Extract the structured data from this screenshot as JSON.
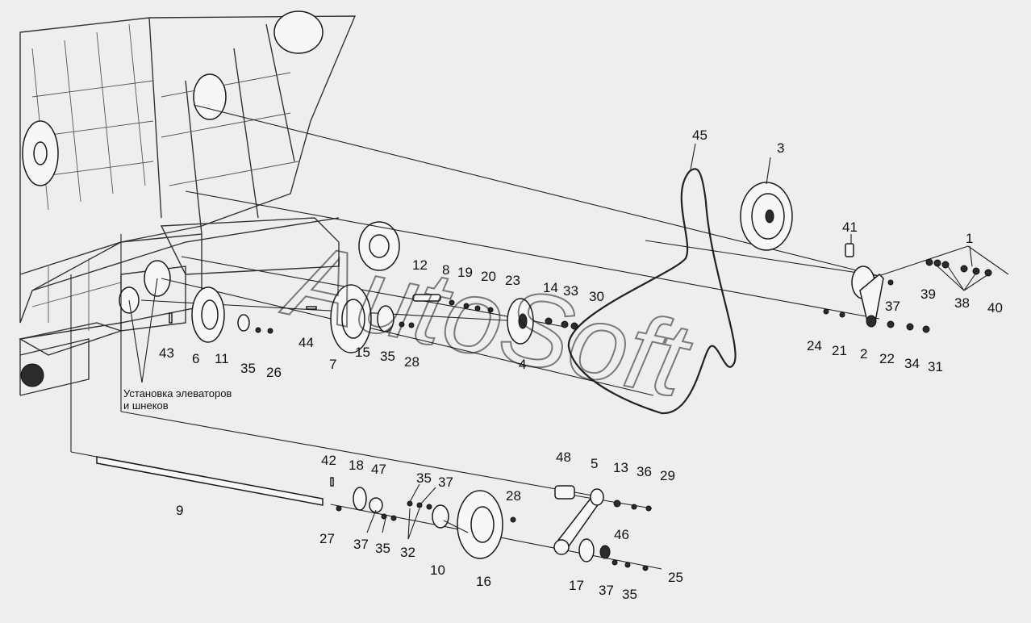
{
  "watermark": "AutoSoft",
  "note": {
    "line1": "Установка элеваторов",
    "line2": "и шнеков"
  },
  "callouts": {
    "c1": "1",
    "c2": "2",
    "c3": "3",
    "c4": "4",
    "c5": "5",
    "c6": "6",
    "c7": "7",
    "c8": "8",
    "c9": "9",
    "c10": "10",
    "c11": "11",
    "c12": "12",
    "c13": "13",
    "c14": "14",
    "c15": "15",
    "c16": "16",
    "c17": "17",
    "c18": "18",
    "c19": "19",
    "c20": "20",
    "c21": "21",
    "c22": "22",
    "c23": "23",
    "c24": "24",
    "c25": "25",
    "c26": "26",
    "c27": "27",
    "c28a": "28",
    "c28b": "28",
    "c29": "29",
    "c30": "30",
    "c31": "31",
    "c32": "32",
    "c33": "33",
    "c34": "34",
    "c35a": "35",
    "c35b": "35",
    "c35c": "35",
    "c35d": "35",
    "c35e": "35",
    "c36": "36",
    "c37a": "37",
    "c37b": "37",
    "c37c": "37",
    "c37d": "37",
    "c38": "38",
    "c39": "39",
    "c40": "40",
    "c41": "41",
    "c42": "42",
    "c43": "43",
    "c44": "44",
    "c45": "45",
    "c46": "46",
    "c47": "47",
    "c48": "48"
  }
}
